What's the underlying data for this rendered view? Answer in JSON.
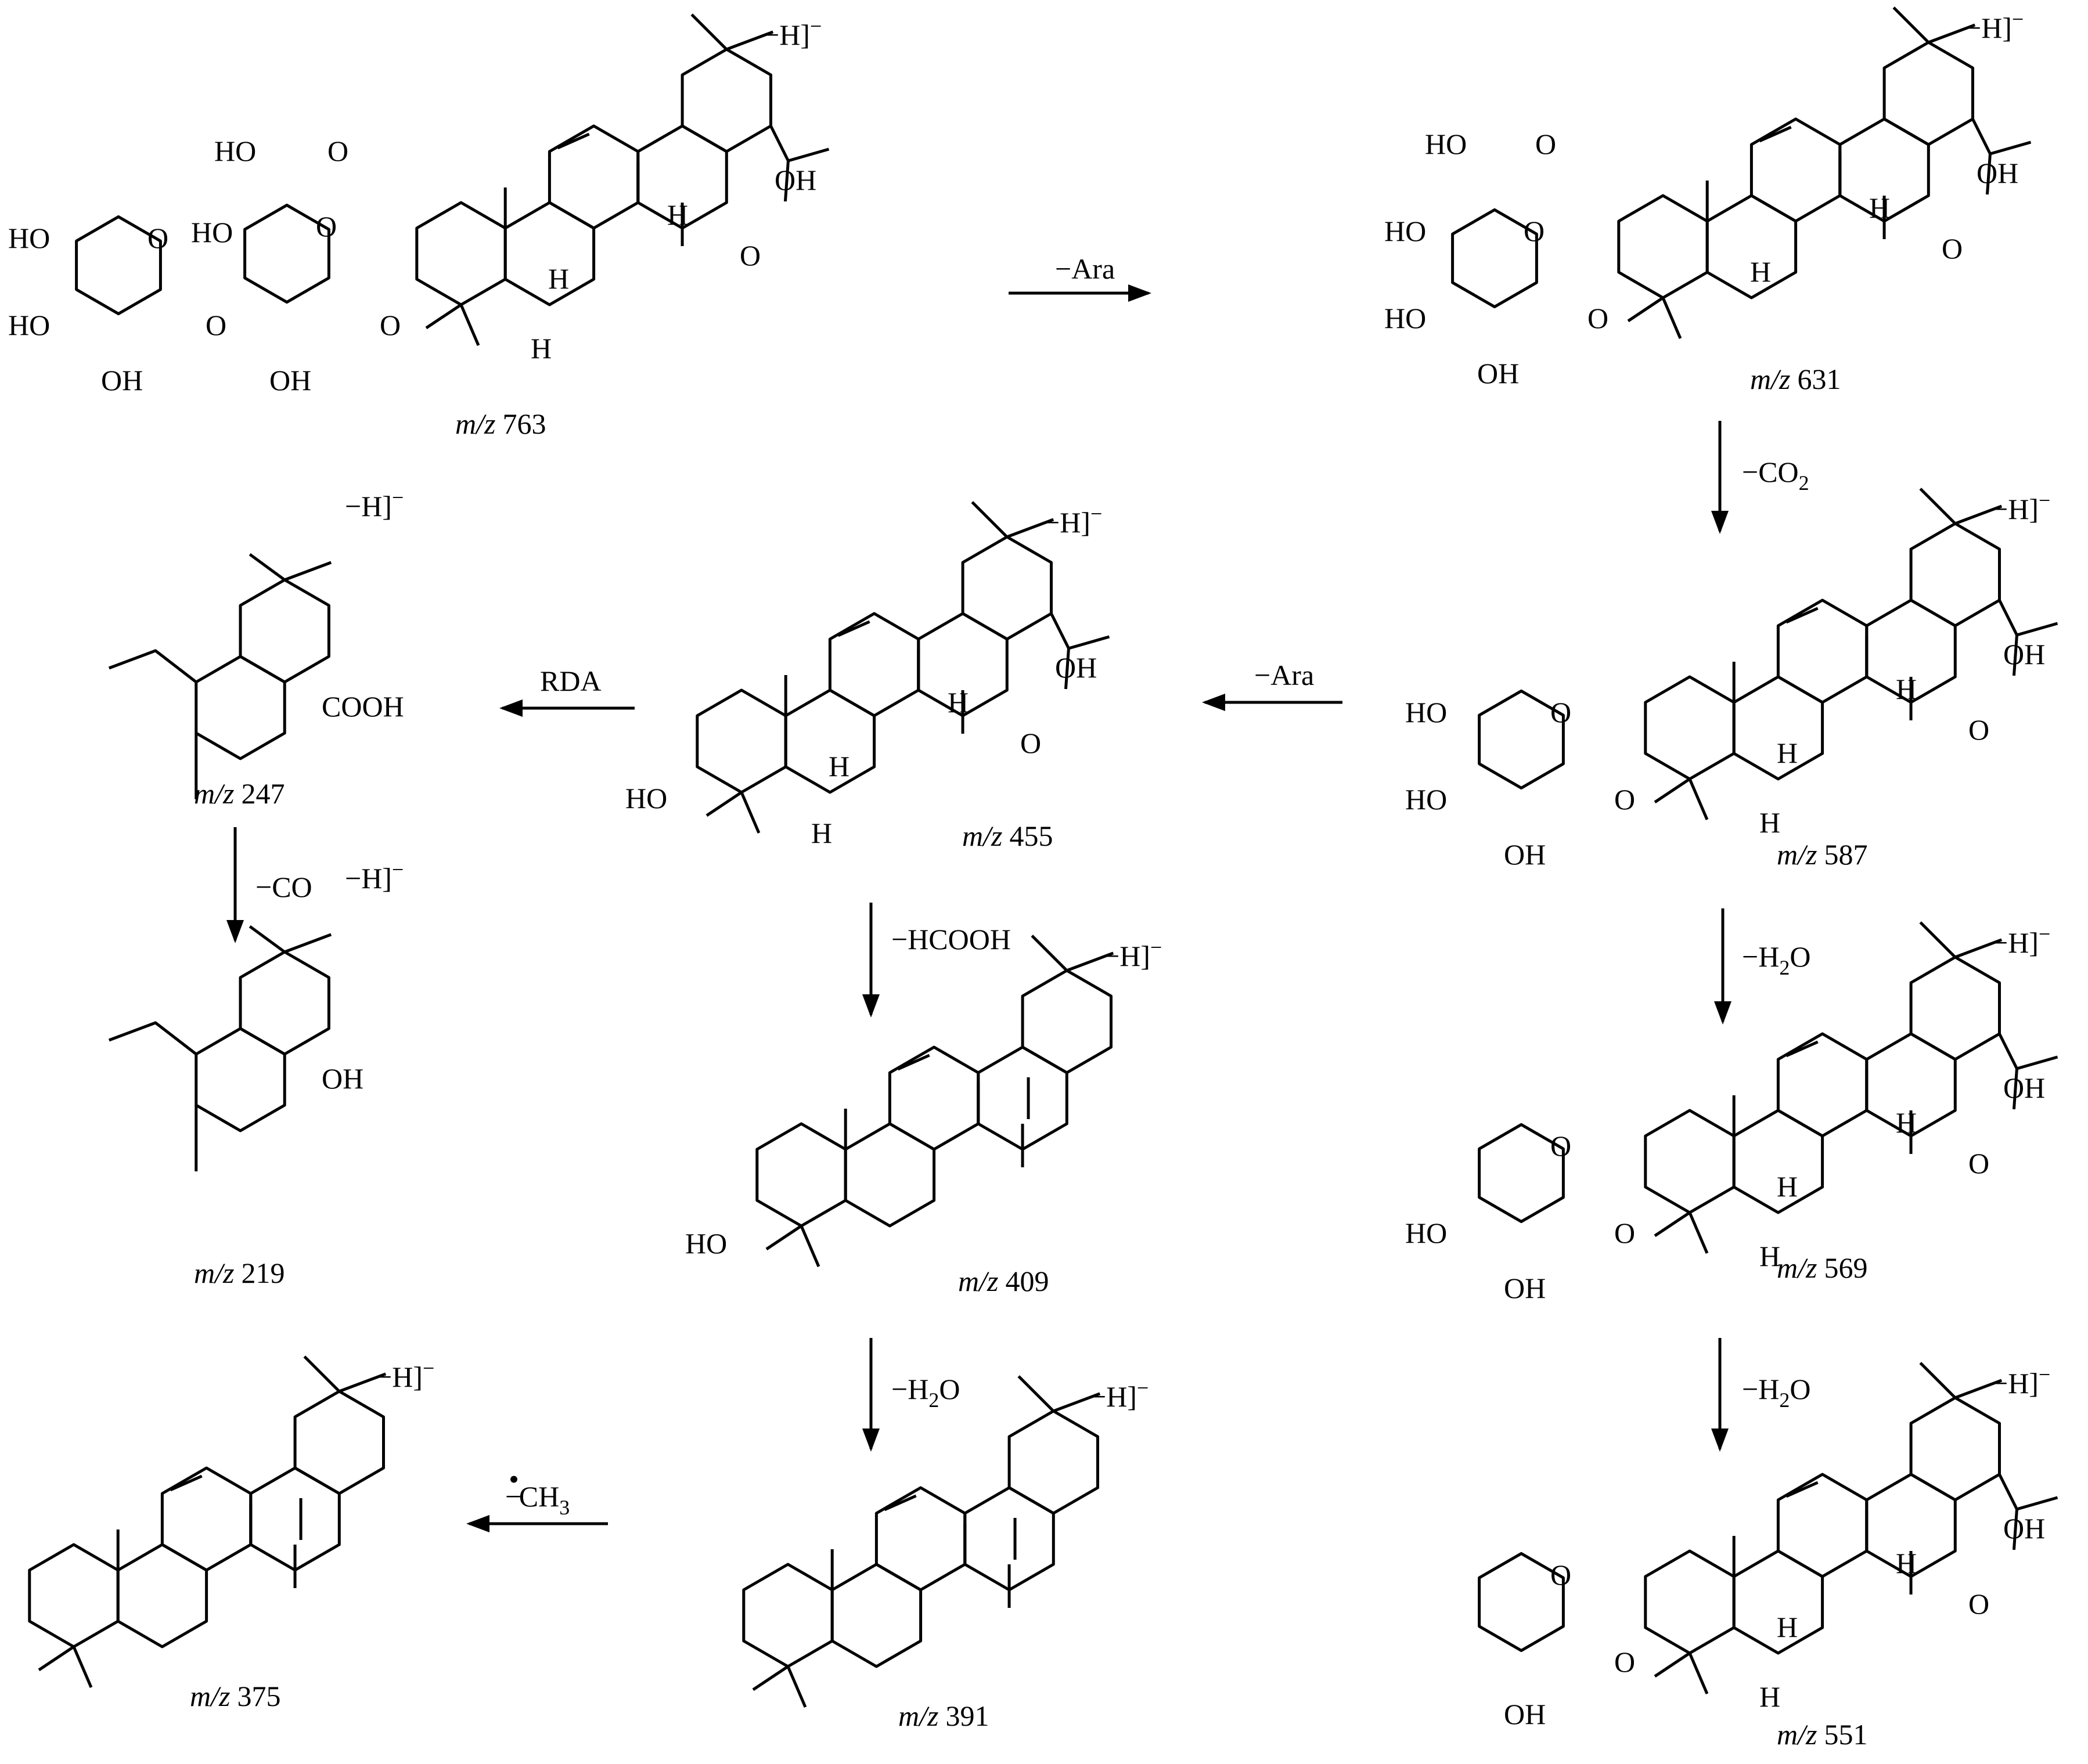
{
  "mz_prefix": "m/z",
  "ion": {
    "text": "−H]",
    "charge": "−"
  },
  "atoms": {
    "HO": "HO",
    "OH": "OH",
    "O": "O",
    "H": "H",
    "COOH": "COOH"
  },
  "structures": {
    "s763": {
      "mz": "763"
    },
    "s631": {
      "mz": "631"
    },
    "s587": {
      "mz": "587"
    },
    "s455": {
      "mz": "455"
    },
    "s247": {
      "mz": "247"
    },
    "s219": {
      "mz": "219"
    },
    "s409": {
      "mz": "409"
    },
    "s569": {
      "mz": "569"
    },
    "s391": {
      "mz": "391"
    },
    "s551": {
      "mz": "551"
    },
    "s375": {
      "mz": "375"
    }
  },
  "steps": {
    "a763_631": {
      "label": "−Ara"
    },
    "a631_587": {
      "label": "−CO",
      "sub": "2"
    },
    "a587_455": {
      "label": "−Ara"
    },
    "a455_247": {
      "label": "RDA"
    },
    "a247_219": {
      "label": "−CO"
    },
    "a455_409": {
      "label": "−HCOOH"
    },
    "a587_569": {
      "label": "−H",
      "sub": "2",
      "tail": "O"
    },
    "a409_391": {
      "label": "−H",
      "sub": "2",
      "tail": "O"
    },
    "a569_551": {
      "label": "−H",
      "sub": "2",
      "tail": "O"
    },
    "a391_375": {
      "label": "−",
      "radical": "•",
      "tail": "CH",
      "sub": "3"
    }
  }
}
